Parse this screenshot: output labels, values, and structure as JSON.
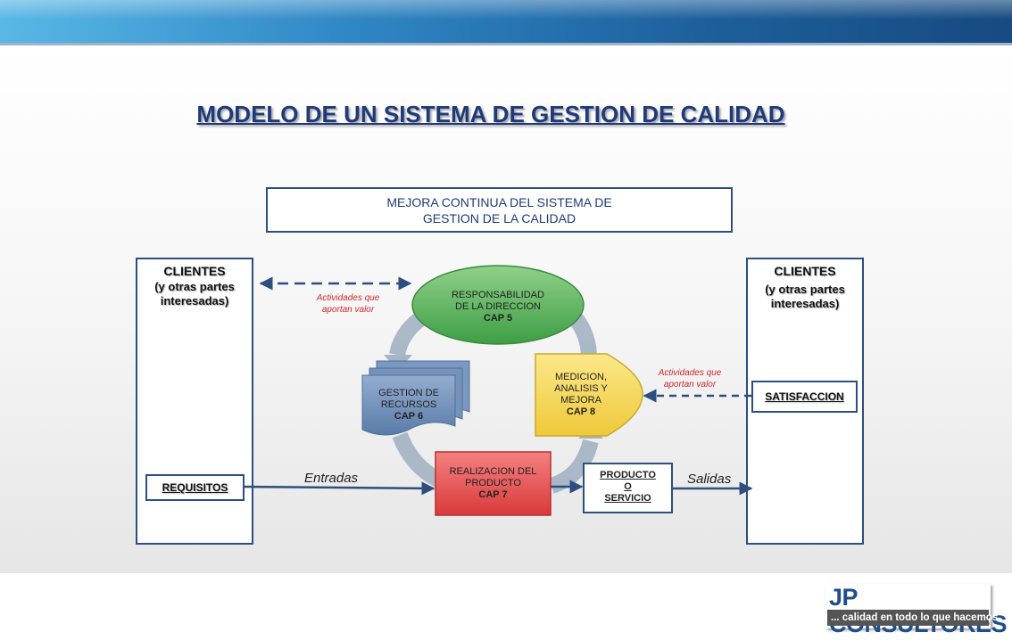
{
  "title": "MODELO DE UN SISTEMA DE GESTION DE CALIDAD",
  "mejora": {
    "line1": "MEJORA CONTINUA DEL SISTEMA DE",
    "line2": "GESTION DE LA CALIDAD"
  },
  "clients_left": {
    "title": "CLIENTES",
    "sub1": "(y otras partes",
    "sub2": "interesadas)",
    "box": "REQUISITOS"
  },
  "clients_right": {
    "title": "CLIENTES",
    "sub1": "(y otras partes",
    "sub2": "interesadas)",
    "box": "SATISFACCION"
  },
  "notes": {
    "left": {
      "l1": "Actividades que",
      "l2": "aportan valor"
    },
    "right": {
      "l1": "Actividades que",
      "l2": "aportan valor"
    }
  },
  "io": {
    "input": "Entradas",
    "output": "Salidas"
  },
  "processes": {
    "direccion": {
      "l1": "RESPONSABILIDAD",
      "l2": "DE LA DIRECCION",
      "cap": "CAP 5"
    },
    "recursos": {
      "l1": "GESTION DE",
      "l2": "RECURSOS",
      "cap": "CAP 6"
    },
    "realizacion": {
      "l1": "REALIZACION DEL",
      "l2": "PRODUCTO",
      "cap": "CAP 7"
    },
    "medicion": {
      "l1": "MEDICION,",
      "l2": "ANALISIS Y",
      "l3": "MEJORA",
      "cap": "CAP 8"
    }
  },
  "product": {
    "l1": "PRODUCTO",
    "l2": "O",
    "l3": "SERVICIO"
  },
  "logo": {
    "name": "JP CONSULTORES",
    "tagline": "... calidad en todo lo que hacemos"
  },
  "colors": {
    "navy": "#2d4e7f",
    "green": "#5cb85c",
    "red": "#e84c4c",
    "yellow": "#f3d650",
    "blue_doc": "#6f8fb8",
    "cycle_arrow": "#a6b5c5",
    "note_red": "#d0282e"
  },
  "icons": [
    "arrow-icon",
    "dashed-arrow-icon"
  ]
}
